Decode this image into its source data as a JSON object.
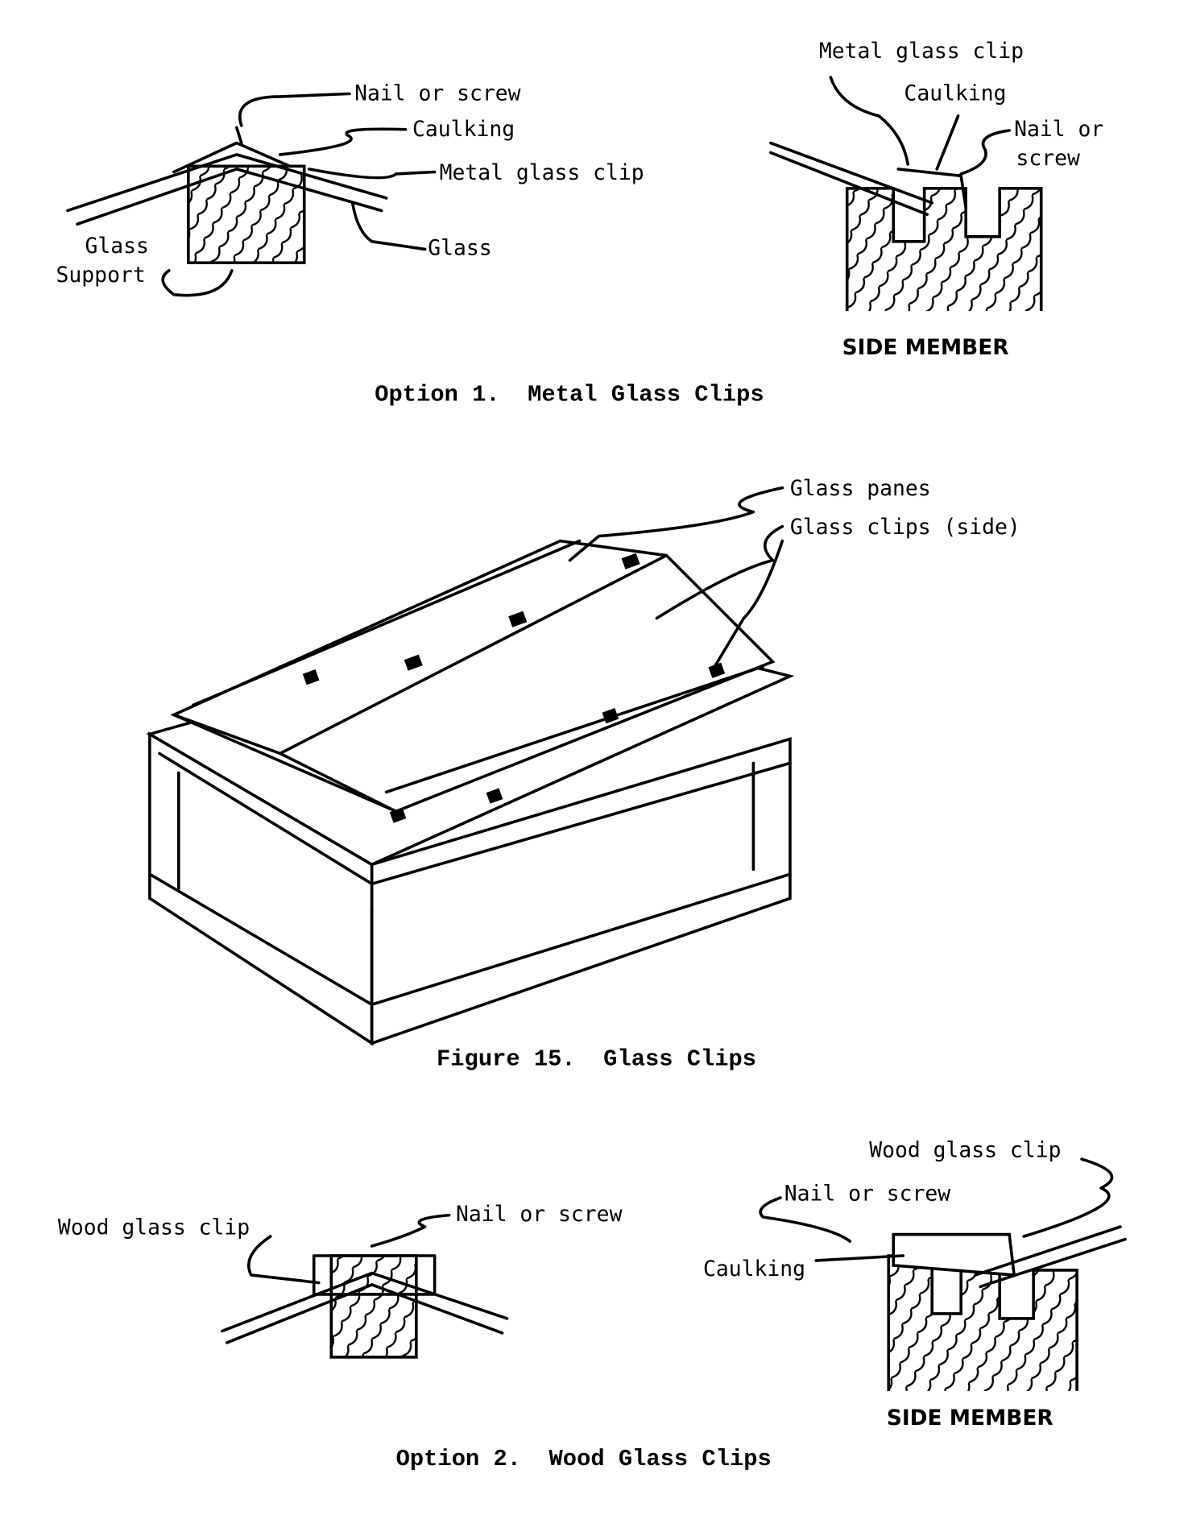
{
  "option1": {
    "caption": "Option 1.  Metal Glass Clips",
    "left": {
      "nail": "Nail or screw",
      "caulking": "Caulking",
      "clip": "Metal glass clip",
      "glass": "Glass",
      "support_1": "Glass",
      "support_2": "Support"
    },
    "right": {
      "clip": "Metal glass clip",
      "caulking": "Caulking",
      "nail_1": "Nail or",
      "nail_2": "screw",
      "member": "SIDE MEMBER"
    }
  },
  "figure": {
    "caption": "Figure 15.  Glass Clips",
    "panes": "Glass panes",
    "clips": "Glass clips (side)"
  },
  "option2": {
    "caption": "Option 2.  Wood Glass Clips",
    "left": {
      "clip": "Wood glass clip",
      "nail": "Nail or screw"
    },
    "right": {
      "clip": "Wood glass clip",
      "nail": "Nail or screw",
      "caulking": "Caulking",
      "member": "SIDE MEMBER"
    }
  }
}
